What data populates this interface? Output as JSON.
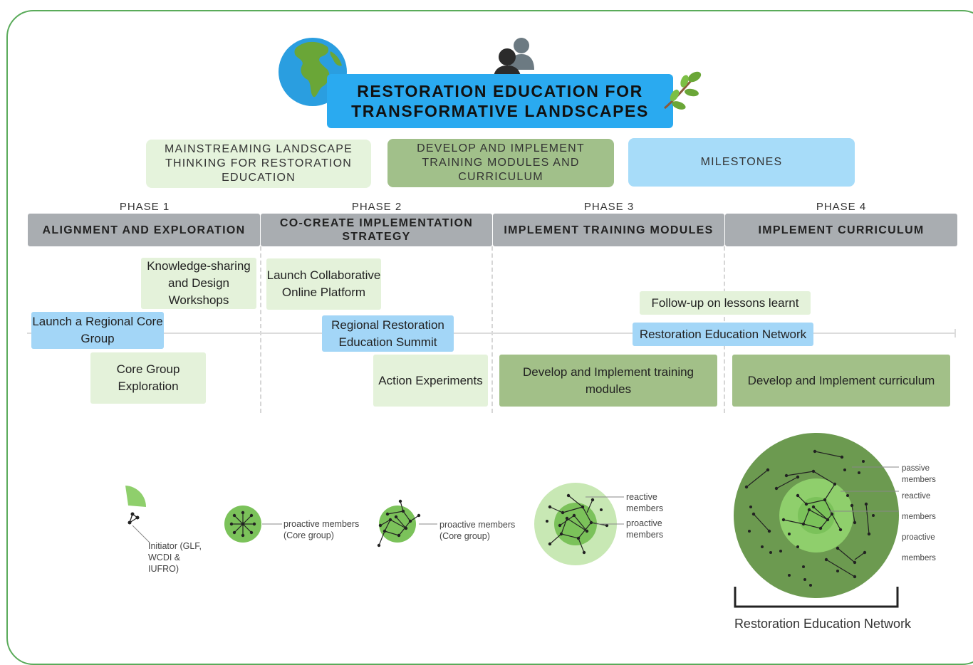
{
  "title": {
    "line1": "RESTORATION EDUCATION FOR",
    "line2": "TRANSFORMATIVE LANDSCAPES"
  },
  "icons": {
    "globe": "globe-icon",
    "people": "people-icon",
    "sprig": "leaf-sprig-icon"
  },
  "categories": [
    {
      "label": "MAINSTREAMING LANDSCAPE THINKING FOR RESTORATION EDUCATION",
      "color": "#e5f3dc"
    },
    {
      "label": "DEVELOP AND IMPLEMENT TRAINING MODULES AND CURRICULUM",
      "color": "#a1c08a"
    },
    {
      "label": "MILESTONES",
      "color": "#a7dcf9"
    }
  ],
  "phases": [
    {
      "phase": "PHASE 1",
      "name": "ALIGNMENT AND EXPLORATION"
    },
    {
      "phase": "PHASE 2",
      "name": "CO-CREATE IMPLEMENTATION STRATEGY"
    },
    {
      "phase": "PHASE 3",
      "name": "IMPLEMENT TRAINING MODULES"
    },
    {
      "phase": "PHASE 4",
      "name": "IMPLEMENT CURRICULUM"
    }
  ],
  "activities": {
    "knowledge_sharing": "Knowledge-sharing and Design Workshops",
    "launch_core_group": "Launch a Regional Core Group",
    "core_group_exploration": "Core Group Exploration",
    "launch_platform": "Launch Collaborative Online Platform",
    "regional_summit": "Regional Restoration Education Summit",
    "action_experiments": "Action Experiments",
    "develop_modules": "Develop and Implement training modules",
    "follow_up": "Follow-up on lessons learnt",
    "network": "Restoration Education Network",
    "develop_curriculum": "Develop and Implement curriculum"
  },
  "network_labels": {
    "initiator": "Initiator (GLF, WCDI & IUFRO)",
    "proactive_core_1": "proactive members (Core group)",
    "proactive_core_2": "proactive members (Core group)",
    "reactive_3": "reactive members",
    "proactive_3": "proactive members",
    "passive_4": "passive members",
    "reactive_4": "reactive members",
    "proactive_4": "proactive members",
    "network_title": "Restoration Education Network"
  },
  "colors": {
    "banner": "#2aaaf0",
    "light_green": "#e4f2da",
    "dark_green": "#a2c088",
    "light_blue": "#a3d6f7",
    "header_grey": "#a9adb1",
    "frame": "#5aab5a"
  }
}
